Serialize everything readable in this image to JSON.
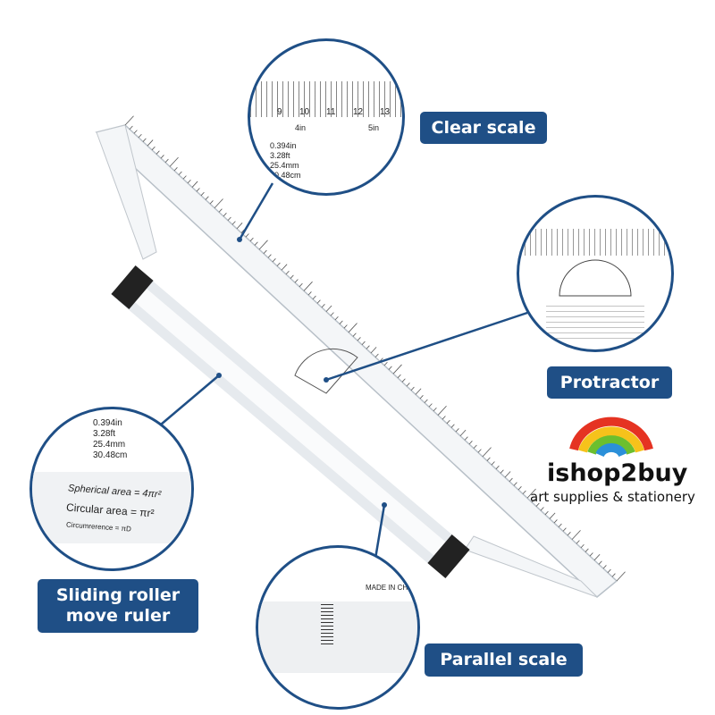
{
  "labels": {
    "clear_scale": "Clear scale",
    "protractor": "Protractor",
    "sliding_roller": "Sliding roller move ruler",
    "parallel_scale": "Parallel scale"
  },
  "brand": {
    "name": "ishop2buy",
    "tagline": "art supplies & stationery"
  },
  "conversions": [
    "0.394in",
    "3.28ft",
    "25.4mm",
    "30.48cm"
  ],
  "formulas": {
    "spherical": "Spherical area = 4πr²",
    "circular": "Circular area = πr²",
    "circumference": "Circumrerence = πD"
  },
  "scale_marks": [
    "9",
    "10",
    "11",
    "12",
    "13",
    "4in",
    "5in"
  ],
  "made_in": "MADE IN CHINA",
  "colors": {
    "accent": "#1f4f86"
  }
}
